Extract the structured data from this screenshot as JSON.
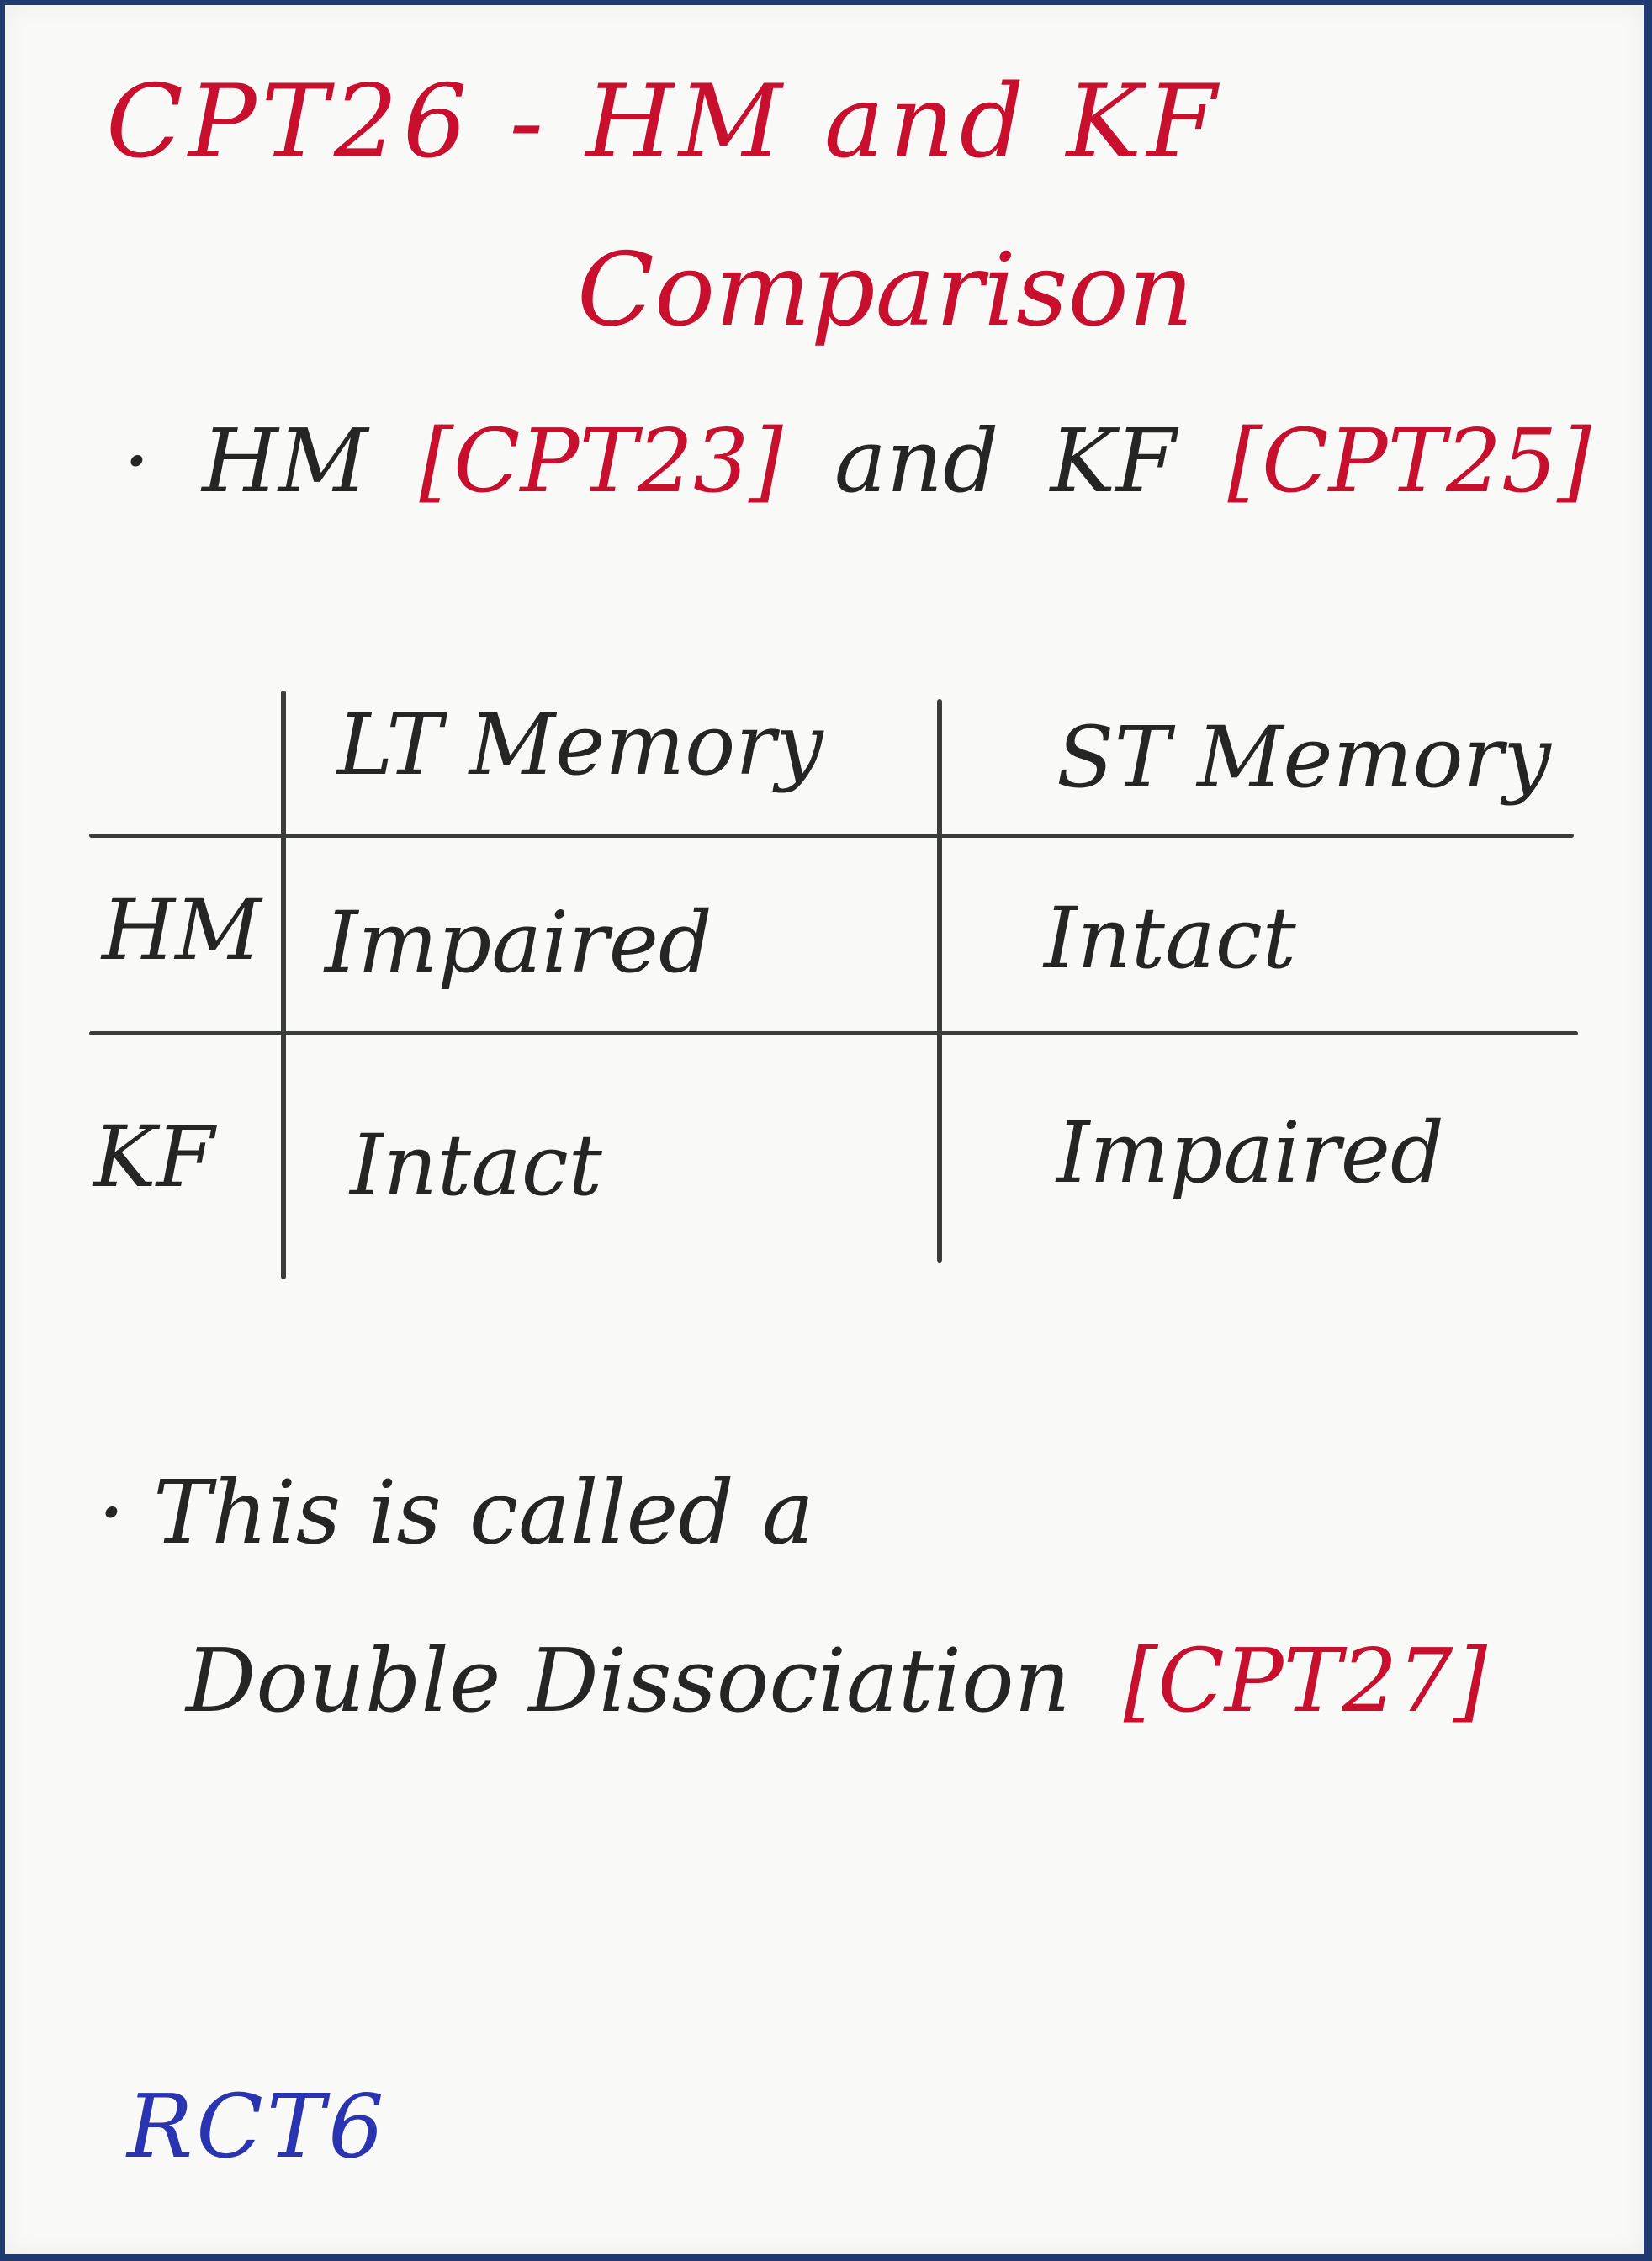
{
  "title": {
    "line1": "CPT26 - HM and KF",
    "line2": "Comparison"
  },
  "intro": {
    "bullet": "·",
    "hm": "HM",
    "hm_ref": "[CPT23]",
    "and": "and",
    "kf": "KF",
    "kf_ref": "[CPT25]"
  },
  "table": {
    "columns": [
      "LT Memory",
      "ST Memory"
    ],
    "rows": [
      {
        "label": "HM",
        "cells": [
          "Impaired",
          "Intact"
        ]
      },
      {
        "label": "KF",
        "cells": [
          "Intact",
          "Impaired"
        ]
      }
    ]
  },
  "conclusion": {
    "line1": "· This is called a",
    "line2": "Double Dissociation",
    "ref": "[CPT27]"
  },
  "footer": {
    "ref": "RCT6"
  },
  "colors": {
    "red_ink": "#c8102e",
    "black_ink": "#252525",
    "blue_ink": "#2a34b0",
    "paper": "#f9f9f7"
  }
}
